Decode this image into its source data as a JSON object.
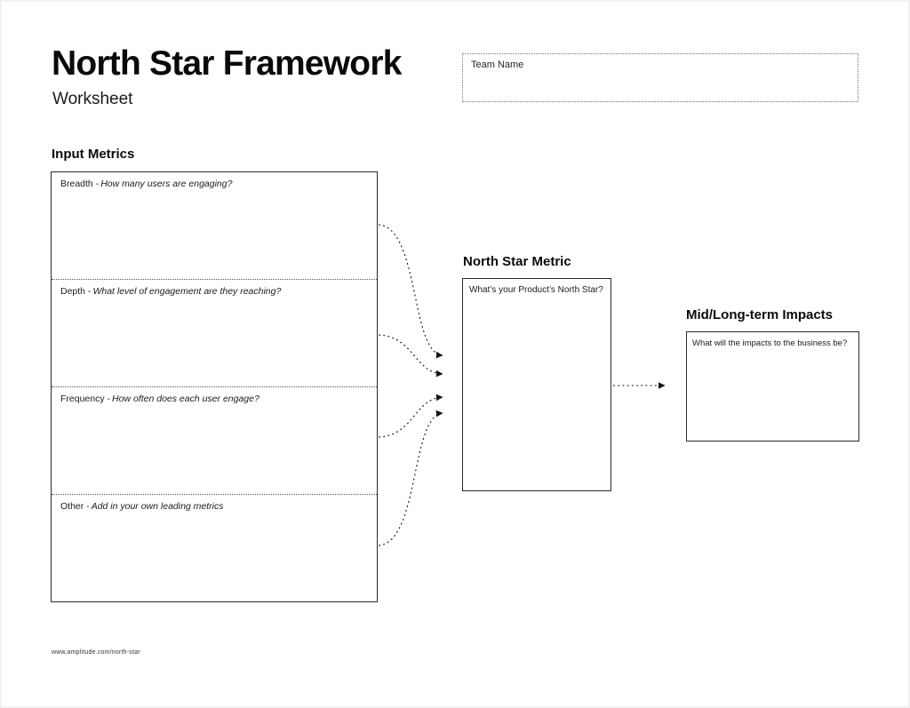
{
  "ink_color": "#111111",
  "header": {
    "title": "North Star Framework",
    "subtitle": "Worksheet"
  },
  "team": {
    "label": "Team Name"
  },
  "input_metrics": {
    "heading": "Input Metrics",
    "sections": [
      {
        "name": "Breadth -",
        "question": "How many users are engaging?"
      },
      {
        "name": "Depth -",
        "question": "What level of engagement are they reaching?"
      },
      {
        "name": "Frequency -",
        "question": "How often does each user engage?"
      },
      {
        "name": "Other -",
        "question": "Add in your own leading metrics"
      }
    ]
  },
  "north_star": {
    "heading": "North Star Metric",
    "prompt": "What’s your Product’s North Star?"
  },
  "impacts": {
    "heading": "Mid/Long-term Impacts",
    "prompt": "What will the impacts to the business be?"
  },
  "footer": {
    "url": "www.amplitude.com/north-star"
  }
}
